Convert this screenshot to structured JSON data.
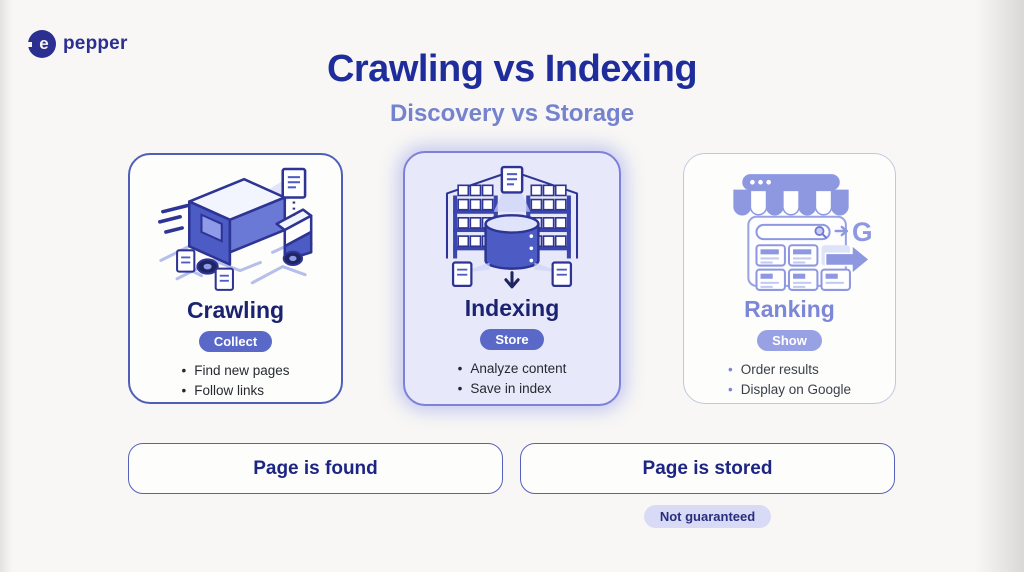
{
  "logo": {
    "text": "pepper",
    "icon_letter": "e"
  },
  "header": {
    "title": "Crawling vs Indexing",
    "subtitle": "Discovery vs Storage"
  },
  "cards": [
    {
      "title": "Crawling",
      "badge": "Collect",
      "bullets": [
        "Find new pages",
        "Follow links"
      ]
    },
    {
      "title": "Indexing",
      "badge": "Store",
      "bullets": [
        "Analyze content",
        "Save in index"
      ]
    },
    {
      "title": "Ranking",
      "badge": "Show",
      "bullets": [
        "Order results",
        "Display on Google"
      ],
      "icon_letter": "G"
    }
  ],
  "footer": {
    "left_box": "Page is found",
    "right_box": "Page is stored",
    "note": "Not guaranteed"
  },
  "colors": {
    "title_navy": "#1f2d9c",
    "subtitle_periwinkle": "#7583cf",
    "badge_blue": "#5a69c8",
    "badge_muted": "#98a1e4",
    "card_highlight_bg": "#e7e8f9",
    "card_highlight_border": "#7d82d8",
    "card_border_blue": "#4f5fb8",
    "card_border_muted": "#c2c7e1",
    "note_bg": "#d9dbf6",
    "icon_ink": "#2d3494"
  }
}
